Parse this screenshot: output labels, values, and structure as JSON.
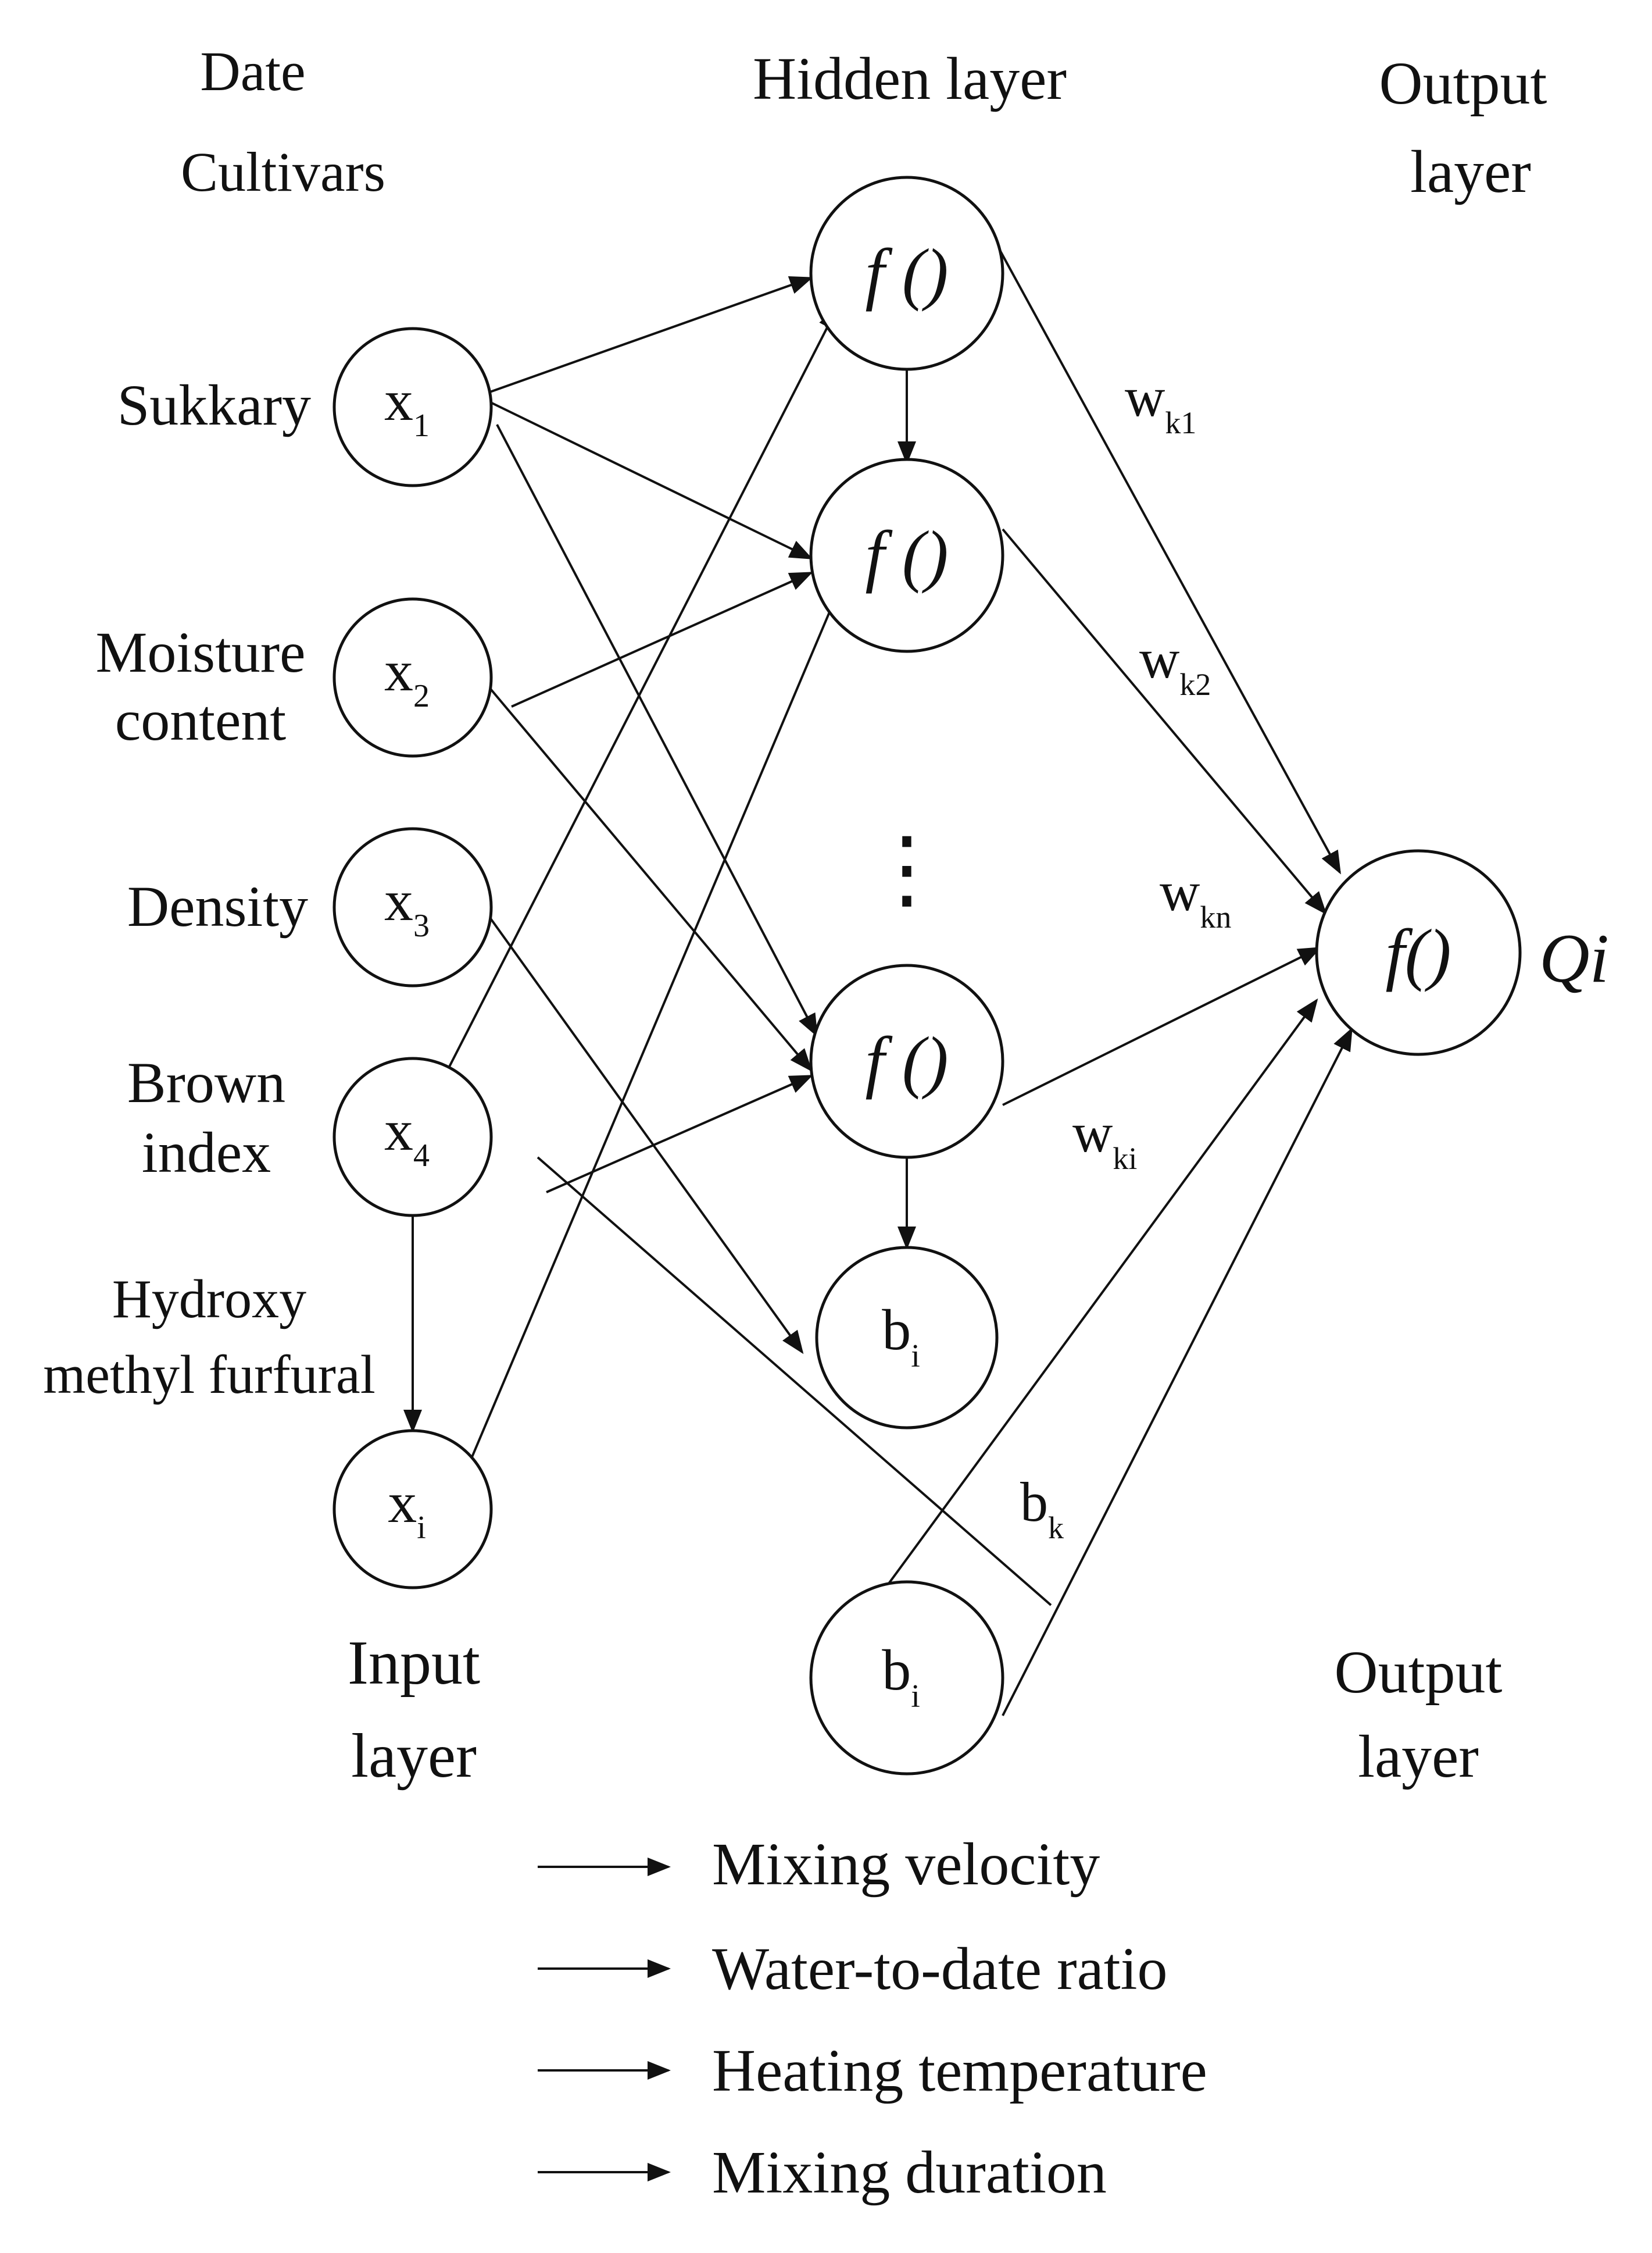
{
  "headers": {
    "date_cultivars_line1": "Date",
    "date_cultivars_line2": "Cultivars",
    "hidden_layer": "Hidden layer",
    "output_layer_top_line1": "Output",
    "output_layer_top_line2": "layer",
    "input_layer_line1": "Input",
    "input_layer_line2": "layer",
    "output_layer_bottom_line1": "Output",
    "output_layer_bottom_line2": "layer"
  },
  "input_labels": {
    "sukkary": "Sukkary",
    "moisture_line1": "Moisture",
    "moisture_line2": "content",
    "density": "Density",
    "brown_line1": "Brown",
    "brown_line2": "index",
    "hmf_line1": "Hydroxy",
    "hmf_line2": "methyl furfural"
  },
  "input_nodes": [
    {
      "main": "x",
      "sub": "1"
    },
    {
      "main": "x",
      "sub": "2"
    },
    {
      "main": "x",
      "sub": "3"
    },
    {
      "main": "x",
      "sub": "4"
    },
    {
      "main": "x",
      "sub": "i"
    }
  ],
  "hidden_nodes": [
    "f ()",
    "f ()",
    "f ()"
  ],
  "hidden_ellipsis": "⋮",
  "hidden_bias": {
    "main": "b",
    "sub": "i"
  },
  "output_bias": {
    "main": "b",
    "sub": "i"
  },
  "output_node": "f()",
  "output_symbol": "Qi",
  "weights": [
    {
      "main": "w",
      "sub": "k1"
    },
    {
      "main": "w",
      "sub": "k2"
    },
    {
      "main": "w",
      "sub": "kn"
    },
    {
      "main": "w",
      "sub": "ki"
    }
  ],
  "bias_weight": {
    "main": "b",
    "sub": "k"
  },
  "legend": [
    "Mixing velocity",
    "Water-to-date ratio",
    "Heating temperature",
    "Mixing duration"
  ]
}
